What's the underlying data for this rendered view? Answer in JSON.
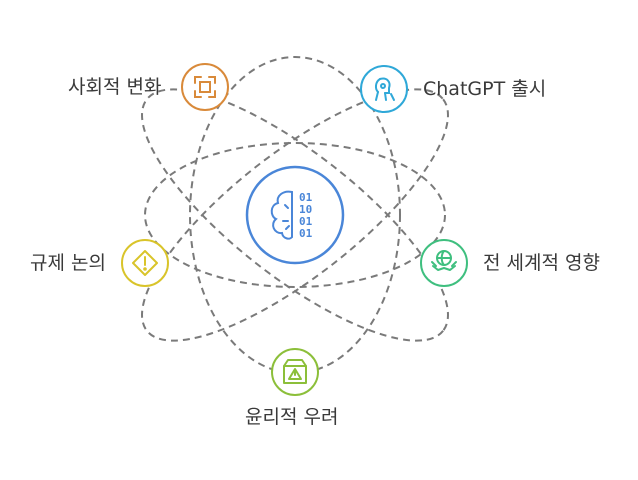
{
  "diagram": {
    "center": {
      "icon": "brain-binary-icon",
      "color": "#4a86d8"
    },
    "nodes": [
      {
        "id": "social-change",
        "label": "사회적 변화",
        "icon": "expand-frame-icon",
        "color": "#d98a3a"
      },
      {
        "id": "chatgpt-release",
        "label": "ChatGPT 출시",
        "icon": "robot-head-icon",
        "color": "#2fa8d8"
      },
      {
        "id": "regulation-debate",
        "label": "규제 논의",
        "icon": "warning-diamond-icon",
        "color": "#d9c42a"
      },
      {
        "id": "global-impact",
        "label": "전 세계적 영향",
        "icon": "globe-handshake-icon",
        "color": "#3fbf7f"
      },
      {
        "id": "ethical-concerns",
        "label": "윤리적 우려",
        "icon": "warning-box-icon",
        "color": "#8cbf3a"
      }
    ],
    "orbit_color": "#7a7a7a"
  }
}
